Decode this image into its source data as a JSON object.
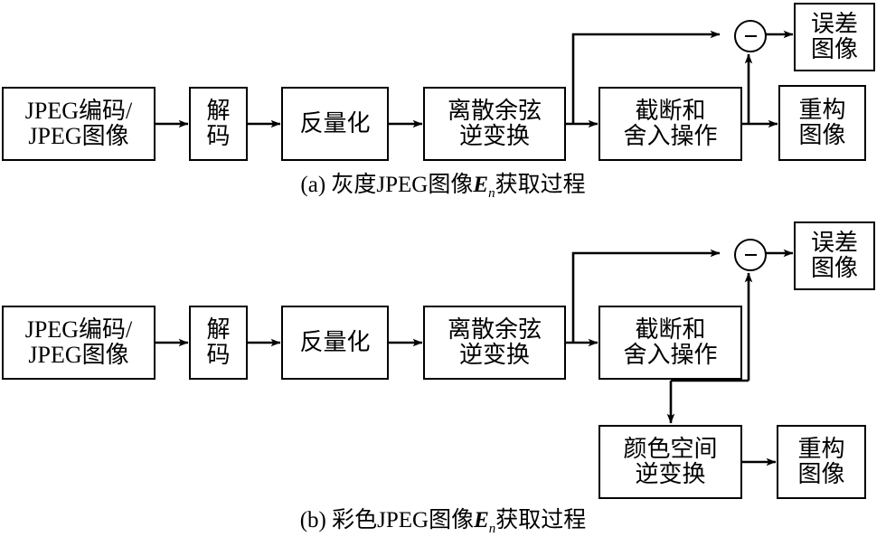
{
  "figure": {
    "background": "#ffffff",
    "line_color": "#000000",
    "panels": [
      {
        "id": "a",
        "caption_prefix": "(a)",
        "caption_text_before": " 灰度JPEG图像",
        "caption_symbol": "E",
        "caption_subscript": "n",
        "caption_text_after": "获取过程",
        "caption_full": "(a) 灰度JPEG图像En获取过程",
        "nodes": [
          {
            "key": "jpeg_source",
            "lines": [
              "JPEG编码/",
              "JPEG图像"
            ]
          },
          {
            "key": "decode",
            "lines": [
              "解",
              "码"
            ]
          },
          {
            "key": "dequantize",
            "lines": [
              "反量化"
            ]
          },
          {
            "key": "idct",
            "lines": [
              "离散余弦",
              "逆变换"
            ]
          },
          {
            "key": "clip_round",
            "lines": [
              "截断和",
              "舍入操作"
            ]
          },
          {
            "key": "error_image",
            "lines": [
              "误差",
              "图像"
            ]
          },
          {
            "key": "recon_image",
            "lines": [
              "重构",
              "图像"
            ]
          }
        ],
        "operator": {
          "key": "subtract-node",
          "symbol": "−"
        }
      },
      {
        "id": "b",
        "caption_prefix": "(b)",
        "caption_text_before": " 彩色JPEG图像",
        "caption_symbol": "E",
        "caption_subscript": "n",
        "caption_text_after": "获取过程",
        "caption_full": "(b) 彩色JPEG图像En获取过程",
        "nodes": [
          {
            "key": "jpeg_source",
            "lines": [
              "JPEG编码/",
              "JPEG图像"
            ]
          },
          {
            "key": "decode",
            "lines": [
              "解",
              "码"
            ]
          },
          {
            "key": "dequantize",
            "lines": [
              "反量化"
            ]
          },
          {
            "key": "idct",
            "lines": [
              "离散余弦",
              "逆变换"
            ]
          },
          {
            "key": "clip_round",
            "lines": [
              "截断和",
              "舍入操作"
            ]
          },
          {
            "key": "error_image",
            "lines": [
              "误差",
              "图像"
            ]
          },
          {
            "key": "color_inverse",
            "lines": [
              "颜色空间",
              "逆变换"
            ]
          },
          {
            "key": "recon_image",
            "lines": [
              "重构",
              "图像"
            ]
          }
        ],
        "operator": {
          "key": "subtract-node",
          "symbol": "−"
        }
      }
    ]
  }
}
